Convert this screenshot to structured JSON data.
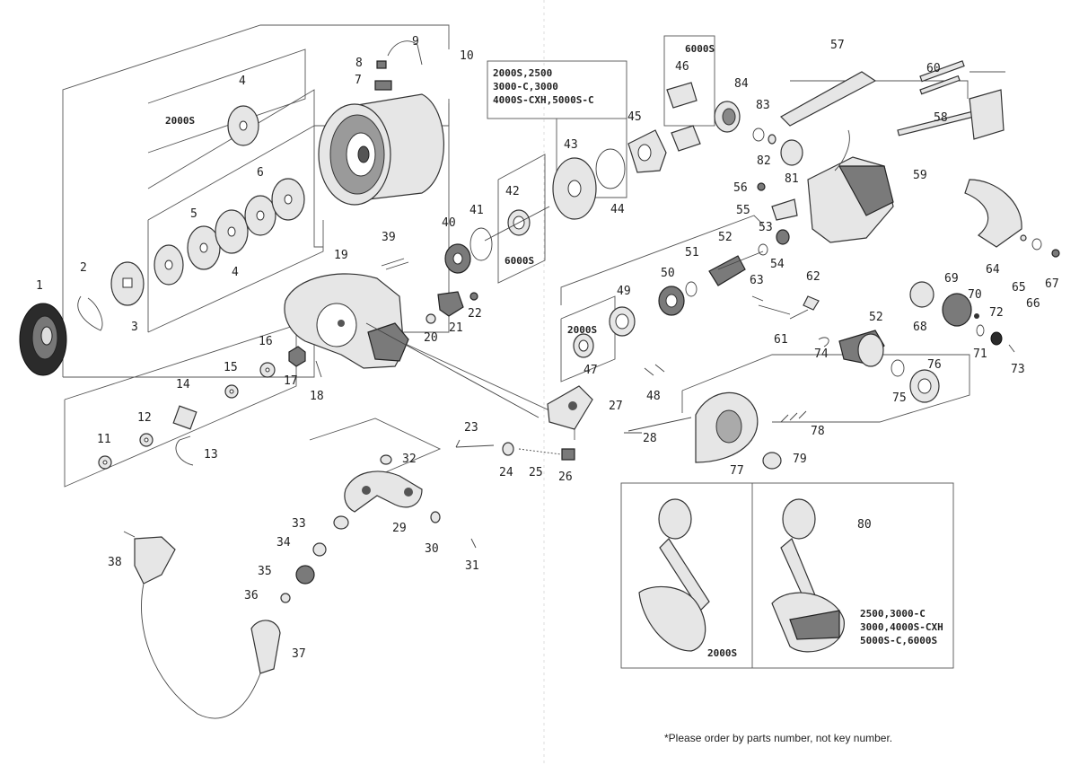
{
  "part_numbers": [
    "1",
    "2",
    "3",
    "4",
    "4",
    "5",
    "6",
    "7",
    "8",
    "9",
    "10",
    "11",
    "12",
    "13",
    "14",
    "15",
    "16",
    "17",
    "18",
    "19",
    "20",
    "21",
    "22",
    "23",
    "24",
    "25",
    "26",
    "27",
    "28",
    "29",
    "30",
    "31",
    "32",
    "33",
    "34",
    "35",
    "36",
    "37",
    "38",
    "39",
    "40",
    "41",
    "42",
    "43",
    "44",
    "45",
    "46",
    "47",
    "48",
    "49",
    "50",
    "51",
    "52",
    "52",
    "53",
    "54",
    "55",
    "56",
    "57",
    "58",
    "59",
    "60",
    "61",
    "62",
    "63",
    "64",
    "65",
    "66",
    "67",
    "68",
    "69",
    "70",
    "71",
    "72",
    "73",
    "74",
    "75",
    "76",
    "77",
    "78",
    "79",
    "80",
    "81",
    "82",
    "83",
    "84"
  ],
  "box_labels": {
    "spool_2000s": "2000S",
    "sizes_group": "2000S,2500\n3000-C,3000\n4000S-CXH,5000S-C",
    "size_6000s_top": "6000S",
    "size_6000s_mid": "6000S",
    "size_2000s_47": "2000S",
    "handle_2000s": "2000S",
    "handle_sizes": "2500,3000-C\n3000,4000S-CXH\n5000S-C,6000S"
  },
  "footnote": "*Please order by parts number, not key number."
}
